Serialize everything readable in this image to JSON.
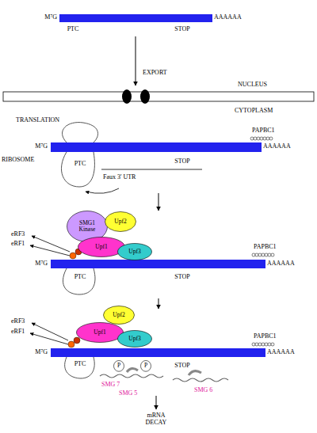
{
  "diagram": {
    "nodes": [
      {
        "text": [
          "SMG1 Kinase"
        ]
      },
      {
        "text": [
          "Upf2"
        ]
      },
      {
        "text": [
          "Upf1"
        ]
      },
      {
        "text": [
          "Upf3"
        ]
      },
      {
        "text": [
          "Upf2"
        ]
      },
      {
        "text": [
          "Upf1"
        ]
      },
      {
        "text": [
          "Upf3"
        ]
      },
      {
        "text": [
          "P"
        ]
      },
      {
        "text": [
          "P"
        ]
      }
    ],
    "labels": [
      "M⁷G",
      "AAAAAA",
      "PTC",
      "STOP",
      "EXPORT",
      "NUCLEUS",
      "CYTOPLASM",
      "TRANSLATION",
      "PAPBC1",
      "M⁷G",
      "AAAAAA",
      "RIBOSOME",
      "PTC",
      "Faux 3' UTR",
      "STOP",
      "eRF3",
      "eRF1",
      "PAPBC1",
      "M⁷G",
      "AAAAAA",
      "PTC",
      "STOP",
      "eRF3",
      "eRF1",
      "PAPBC1",
      "M⁷G",
      "AAAAAA",
      "PTC",
      "STOP",
      "SMG 7",
      "SMG 5",
      "SMG 6",
      "mRNA DECAY"
    ]
  }
}
